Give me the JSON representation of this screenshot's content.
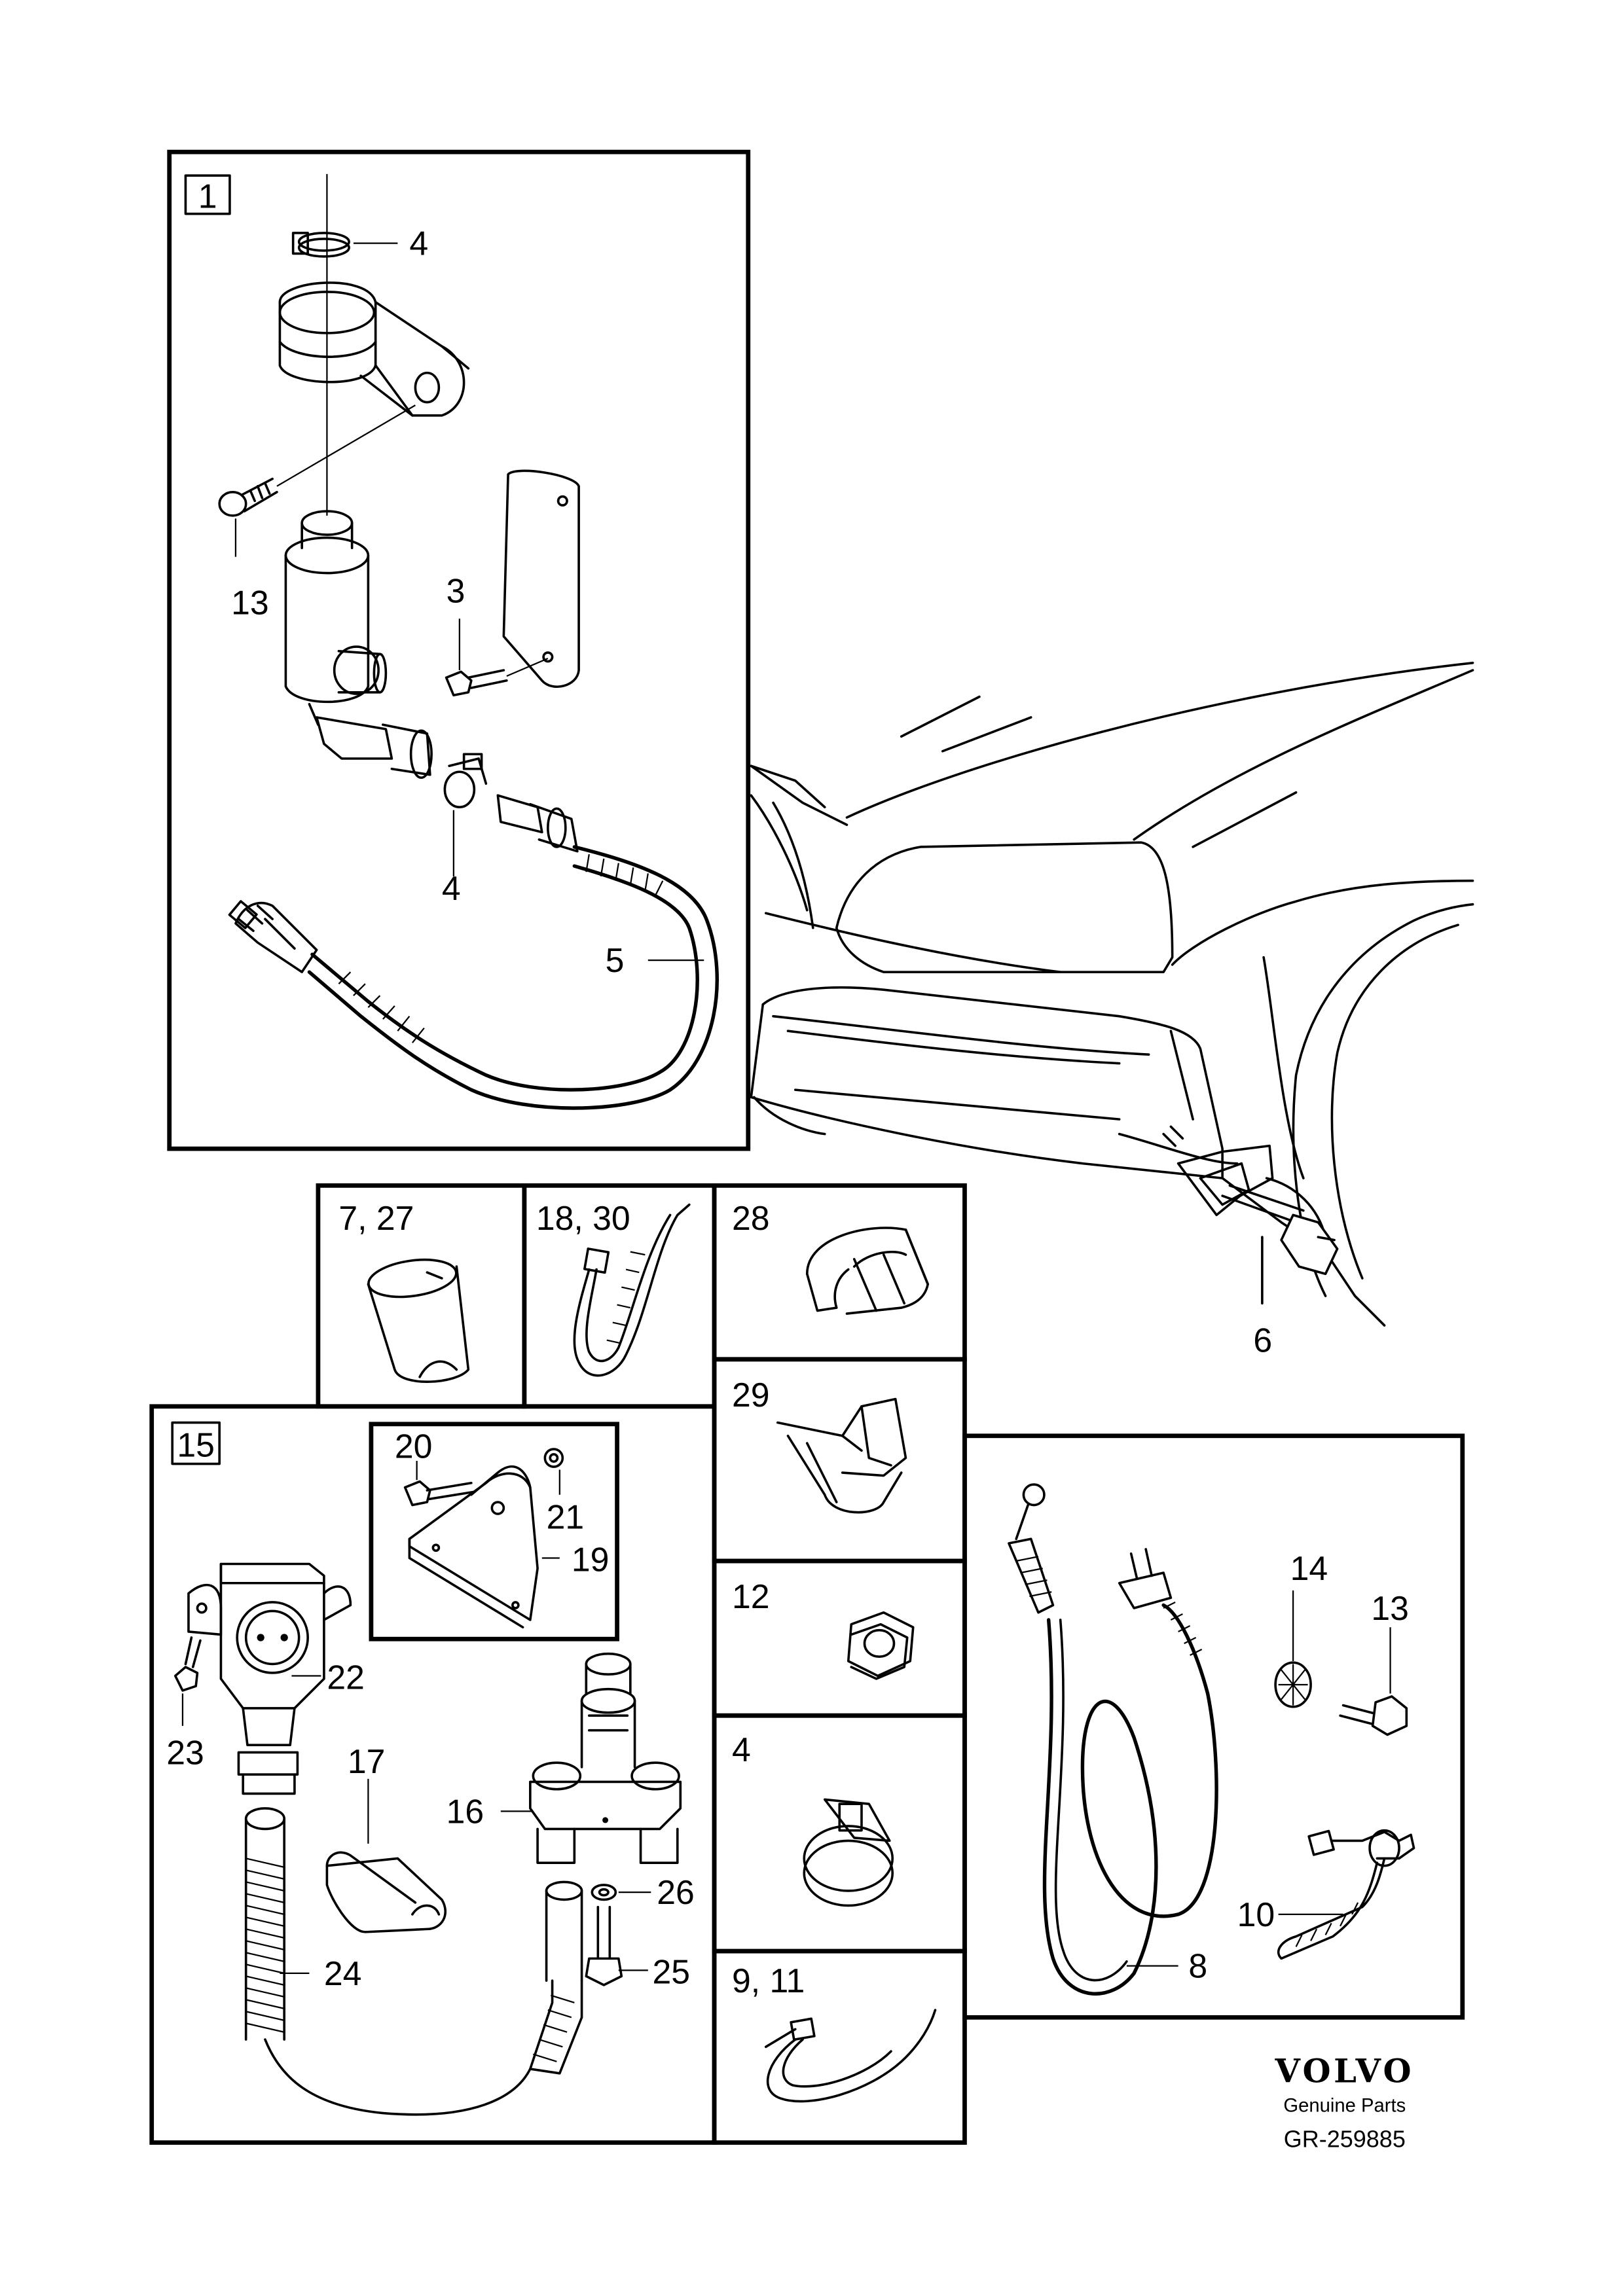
{
  "group_tags": {
    "tag_1": "1",
    "tag_15": "15"
  },
  "callouts": {
    "c4_top": "4",
    "c13_left": "13",
    "c3": "3",
    "c4_mid": "4",
    "c5": "5",
    "c6": "6",
    "c7_27": "7, 27",
    "c18_30": "18, 30",
    "c28": "28",
    "c29": "29",
    "c12": "12",
    "c4_box": "4",
    "c9_11": "9, 11",
    "c20": "20",
    "c21": "21",
    "c19": "19",
    "c22": "22",
    "c23": "23",
    "c17": "17",
    "c16": "16",
    "c26": "26",
    "c24": "24",
    "c25": "25",
    "c14": "14",
    "c13_right": "13",
    "c10": "10",
    "c8": "8"
  },
  "brand": {
    "logo_text": "VOLVO",
    "tagline": "Genuine Parts",
    "diagram_code": "GR-259885"
  }
}
